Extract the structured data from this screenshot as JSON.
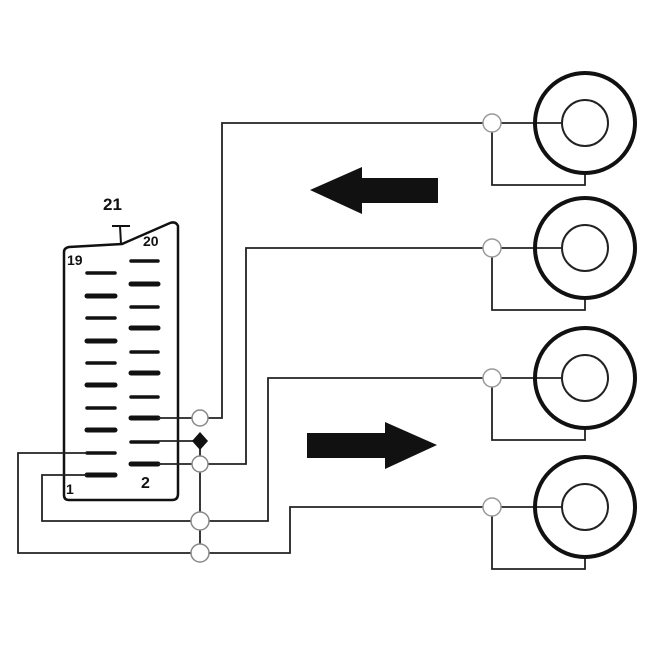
{
  "diagram": {
    "connector_labels": {
      "top_pin": "21",
      "pin_19": "19",
      "pin_20": "20",
      "pin_1": "1",
      "pin_2": "2"
    },
    "rca_jack_count": 4,
    "arrows": [
      {
        "direction": "left"
      },
      {
        "direction": "right"
      }
    ],
    "colors": {
      "line": "#111111",
      "background": "#ffffff"
    }
  }
}
